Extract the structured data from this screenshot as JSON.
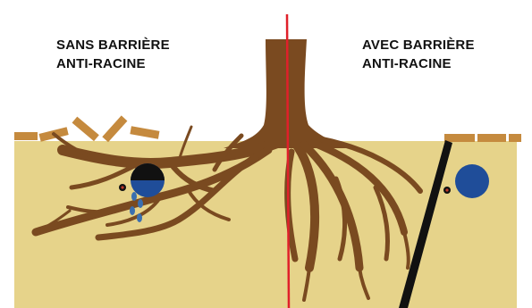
{
  "labels": {
    "without_barrier": [
      "SANS BARRIÈRE",
      "ANTI-RACINE"
    ],
    "with_barrier": [
      "AVEC BARRIÈRE",
      "ANTI-RACINE"
    ]
  },
  "colors": {
    "soil": "#e6d38a",
    "root": "#7a4a20",
    "root_dark": "#5c3614",
    "pavement": "#c58a3e",
    "pipe_water": "#1f4d99",
    "pipe_empty": "#111111",
    "water_drop": "#3a6fb0",
    "divider": "#e0202a",
    "barrier": "#111111",
    "background": "#ffffff"
  },
  "icons": {
    "divider": "vertical-line",
    "barrier": "diagonal-bar",
    "pipe": "circle",
    "leak": "water-drops"
  }
}
